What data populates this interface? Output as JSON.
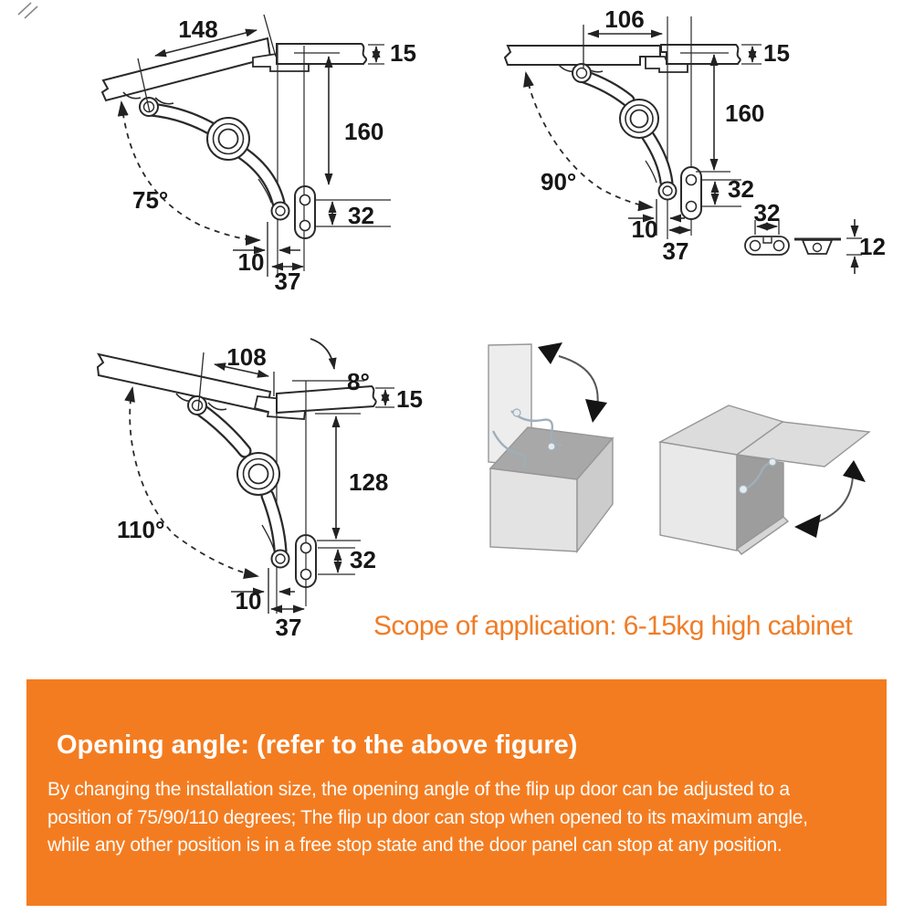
{
  "caption": "Scope of application: 6-15kg high cabinet",
  "info_box": {
    "title": "Opening angle: (refer to the above figure)",
    "lines": [
      "By changing the installation size, the opening angle of the flip up door can be adjusted to a",
      "position of 75/90/110 degrees; The flip up door can stop when opened to its maximum angle,",
      "while any other position is in a free stop state and the door panel can stop at any position."
    ]
  },
  "diagrams": {
    "d75": {
      "angle": "75°",
      "door_length": "148",
      "panel_thickness": "15",
      "mount_height": "160",
      "hole_spacing": "32",
      "pivot_offset": "10",
      "plate_depth": "37"
    },
    "d90": {
      "angle": "90°",
      "door_length": "106",
      "panel_thickness": "15",
      "mount_height": "160",
      "hole_spacing": "32",
      "pivot_offset": "10",
      "plate_depth": "37",
      "bracket_width": "32",
      "bracket_height": "12"
    },
    "d110": {
      "angle": "110°",
      "door_length": "108",
      "door_tilt": "8°",
      "panel_thickness": "15",
      "mount_height": "128",
      "hole_spacing": "32",
      "pivot_offset": "10",
      "plate_depth": "37"
    }
  },
  "colors": {
    "accent_orange": "#F47C20",
    "caption_orange": "#EF7D28",
    "ink": "#2a2a2a"
  }
}
